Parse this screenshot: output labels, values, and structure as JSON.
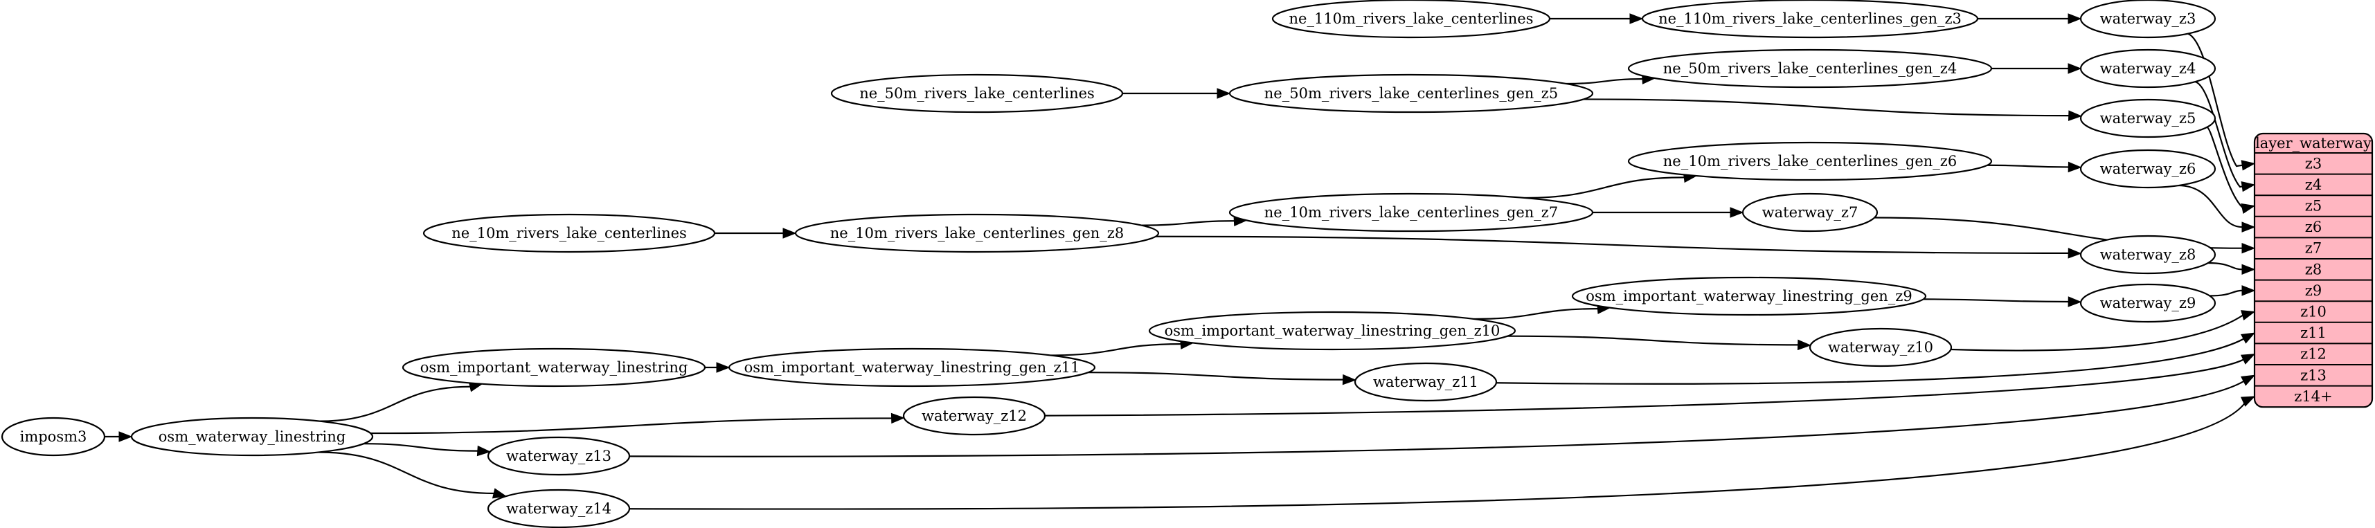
{
  "graph": {
    "nodes": [
      {
        "id": "imposm3",
        "label": "imposm3"
      },
      {
        "id": "osm_waterway_linestring",
        "label": "osm_waterway_linestring"
      },
      {
        "id": "osm_important_waterway_linestring",
        "label": "osm_important_waterway_linestring"
      },
      {
        "id": "osm_important_waterway_linestring_gen_z11",
        "label": "osm_important_waterway_linestring_gen_z11"
      },
      {
        "id": "osm_important_waterway_linestring_gen_z10",
        "label": "osm_important_waterway_linestring_gen_z10"
      },
      {
        "id": "osm_important_waterway_linestring_gen_z9",
        "label": "osm_important_waterway_linestring_gen_z9"
      },
      {
        "id": "ne_110m_rivers_lake_centerlines",
        "label": "ne_110m_rivers_lake_centerlines"
      },
      {
        "id": "ne_110m_rivers_lake_centerlines_gen_z3",
        "label": "ne_110m_rivers_lake_centerlines_gen_z3"
      },
      {
        "id": "ne_50m_rivers_lake_centerlines",
        "label": "ne_50m_rivers_lake_centerlines"
      },
      {
        "id": "ne_50m_rivers_lake_centerlines_gen_z5",
        "label": "ne_50m_rivers_lake_centerlines_gen_z5"
      },
      {
        "id": "ne_50m_rivers_lake_centerlines_gen_z4",
        "label": "ne_50m_rivers_lake_centerlines_gen_z4"
      },
      {
        "id": "ne_10m_rivers_lake_centerlines",
        "label": "ne_10m_rivers_lake_centerlines"
      },
      {
        "id": "ne_10m_rivers_lake_centerlines_gen_z8",
        "label": "ne_10m_rivers_lake_centerlines_gen_z8"
      },
      {
        "id": "ne_10m_rivers_lake_centerlines_gen_z7",
        "label": "ne_10m_rivers_lake_centerlines_gen_z7"
      },
      {
        "id": "ne_10m_rivers_lake_centerlines_gen_z6",
        "label": "ne_10m_rivers_lake_centerlines_gen_z6"
      },
      {
        "id": "waterway_z3",
        "label": "waterway_z3"
      },
      {
        "id": "waterway_z4",
        "label": "waterway_z4"
      },
      {
        "id": "waterway_z5",
        "label": "waterway_z5"
      },
      {
        "id": "waterway_z6",
        "label": "waterway_z6"
      },
      {
        "id": "waterway_z7",
        "label": "waterway_z7"
      },
      {
        "id": "waterway_z8",
        "label": "waterway_z8"
      },
      {
        "id": "waterway_z9",
        "label": "waterway_z9"
      },
      {
        "id": "waterway_z10",
        "label": "waterway_z10"
      },
      {
        "id": "waterway_z11",
        "label": "waterway_z11"
      },
      {
        "id": "waterway_z12",
        "label": "waterway_z12"
      },
      {
        "id": "waterway_z13",
        "label": "waterway_z13"
      },
      {
        "id": "waterway_z14",
        "label": "waterway_z14"
      }
    ],
    "record": {
      "id": "layer_waterway",
      "title": "layer_waterway",
      "fill": "#ffb6c1",
      "fields": [
        "z3",
        "z4",
        "z5",
        "z6",
        "z7",
        "z8",
        "z9",
        "z10",
        "z11",
        "z12",
        "z13",
        "z14+"
      ]
    },
    "edges": [
      {
        "from": "imposm3",
        "to": "osm_waterway_linestring"
      },
      {
        "from": "osm_waterway_linestring",
        "to": "osm_important_waterway_linestring"
      },
      {
        "from": "osm_waterway_linestring",
        "to": "waterway_z12"
      },
      {
        "from": "osm_waterway_linestring",
        "to": "waterway_z13"
      },
      {
        "from": "osm_waterway_linestring",
        "to": "waterway_z14"
      },
      {
        "from": "osm_important_waterway_linestring",
        "to": "osm_important_waterway_linestring_gen_z11"
      },
      {
        "from": "osm_important_waterway_linestring_gen_z11",
        "to": "osm_important_waterway_linestring_gen_z10"
      },
      {
        "from": "osm_important_waterway_linestring_gen_z11",
        "to": "waterway_z11"
      },
      {
        "from": "osm_important_waterway_linestring_gen_z10",
        "to": "osm_important_waterway_linestring_gen_z9"
      },
      {
        "from": "osm_important_waterway_linestring_gen_z10",
        "to": "waterway_z10"
      },
      {
        "from": "osm_important_waterway_linestring_gen_z9",
        "to": "waterway_z9"
      },
      {
        "from": "ne_110m_rivers_lake_centerlines",
        "to": "ne_110m_rivers_lake_centerlines_gen_z3"
      },
      {
        "from": "ne_110m_rivers_lake_centerlines_gen_z3",
        "to": "waterway_z3"
      },
      {
        "from": "ne_50m_rivers_lake_centerlines",
        "to": "ne_50m_rivers_lake_centerlines_gen_z5"
      },
      {
        "from": "ne_50m_rivers_lake_centerlines_gen_z5",
        "to": "ne_50m_rivers_lake_centerlines_gen_z4"
      },
      {
        "from": "ne_50m_rivers_lake_centerlines_gen_z5",
        "to": "waterway_z5"
      },
      {
        "from": "ne_50m_rivers_lake_centerlines_gen_z4",
        "to": "waterway_z4"
      },
      {
        "from": "ne_10m_rivers_lake_centerlines",
        "to": "ne_10m_rivers_lake_centerlines_gen_z8"
      },
      {
        "from": "ne_10m_rivers_lake_centerlines_gen_z8",
        "to": "ne_10m_rivers_lake_centerlines_gen_z7"
      },
      {
        "from": "ne_10m_rivers_lake_centerlines_gen_z8",
        "to": "waterway_z8"
      },
      {
        "from": "ne_10m_rivers_lake_centerlines_gen_z7",
        "to": "ne_10m_rivers_lake_centerlines_gen_z6"
      },
      {
        "from": "ne_10m_rivers_lake_centerlines_gen_z7",
        "to": "waterway_z7"
      },
      {
        "from": "ne_10m_rivers_lake_centerlines_gen_z6",
        "to": "waterway_z6"
      },
      {
        "from": "waterway_z3",
        "to": "layer_waterway",
        "port": "z3"
      },
      {
        "from": "waterway_z4",
        "to": "layer_waterway",
        "port": "z4"
      },
      {
        "from": "waterway_z5",
        "to": "layer_waterway",
        "port": "z5"
      },
      {
        "from": "waterway_z6",
        "to": "layer_waterway",
        "port": "z6"
      },
      {
        "from": "waterway_z7",
        "to": "layer_waterway",
        "port": "z7"
      },
      {
        "from": "waterway_z8",
        "to": "layer_waterway",
        "port": "z8"
      },
      {
        "from": "waterway_z9",
        "to": "layer_waterway",
        "port": "z9"
      },
      {
        "from": "waterway_z10",
        "to": "layer_waterway",
        "port": "z10"
      },
      {
        "from": "waterway_z11",
        "to": "layer_waterway",
        "port": "z11"
      },
      {
        "from": "waterway_z12",
        "to": "layer_waterway",
        "port": "z12"
      },
      {
        "from": "waterway_z13",
        "to": "layer_waterway",
        "port": "z13"
      },
      {
        "from": "waterway_z14",
        "to": "layer_waterway",
        "port": "z14+"
      }
    ]
  }
}
